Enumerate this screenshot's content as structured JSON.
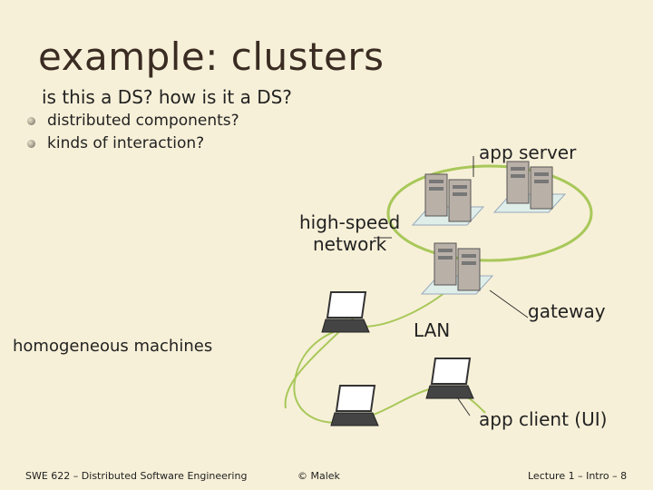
{
  "slide": {
    "title": "example: clusters",
    "subtitle": "is this a DS? how is it a DS?",
    "bullets": [
      "distributed components?",
      "kinds of interaction?"
    ]
  },
  "diagram": {
    "labels": {
      "app_server": "app server",
      "high_speed_network": "high-speed\nnetwork",
      "gateway": "gateway",
      "lan": "LAN",
      "homogeneous_machines": "homogeneous machines",
      "app_client": "app client (UI)"
    },
    "colors": {
      "network_ring": "#a8c85a",
      "lan_cable": "#a8c85a",
      "server": "#b9b0a8",
      "laptop": "#444444",
      "pad": "#dfeee9"
    }
  },
  "footer": {
    "course": "SWE 622 – Distributed Software Engineering",
    "author": "© Malek",
    "page": "Lecture 1 – Intro – 8"
  }
}
